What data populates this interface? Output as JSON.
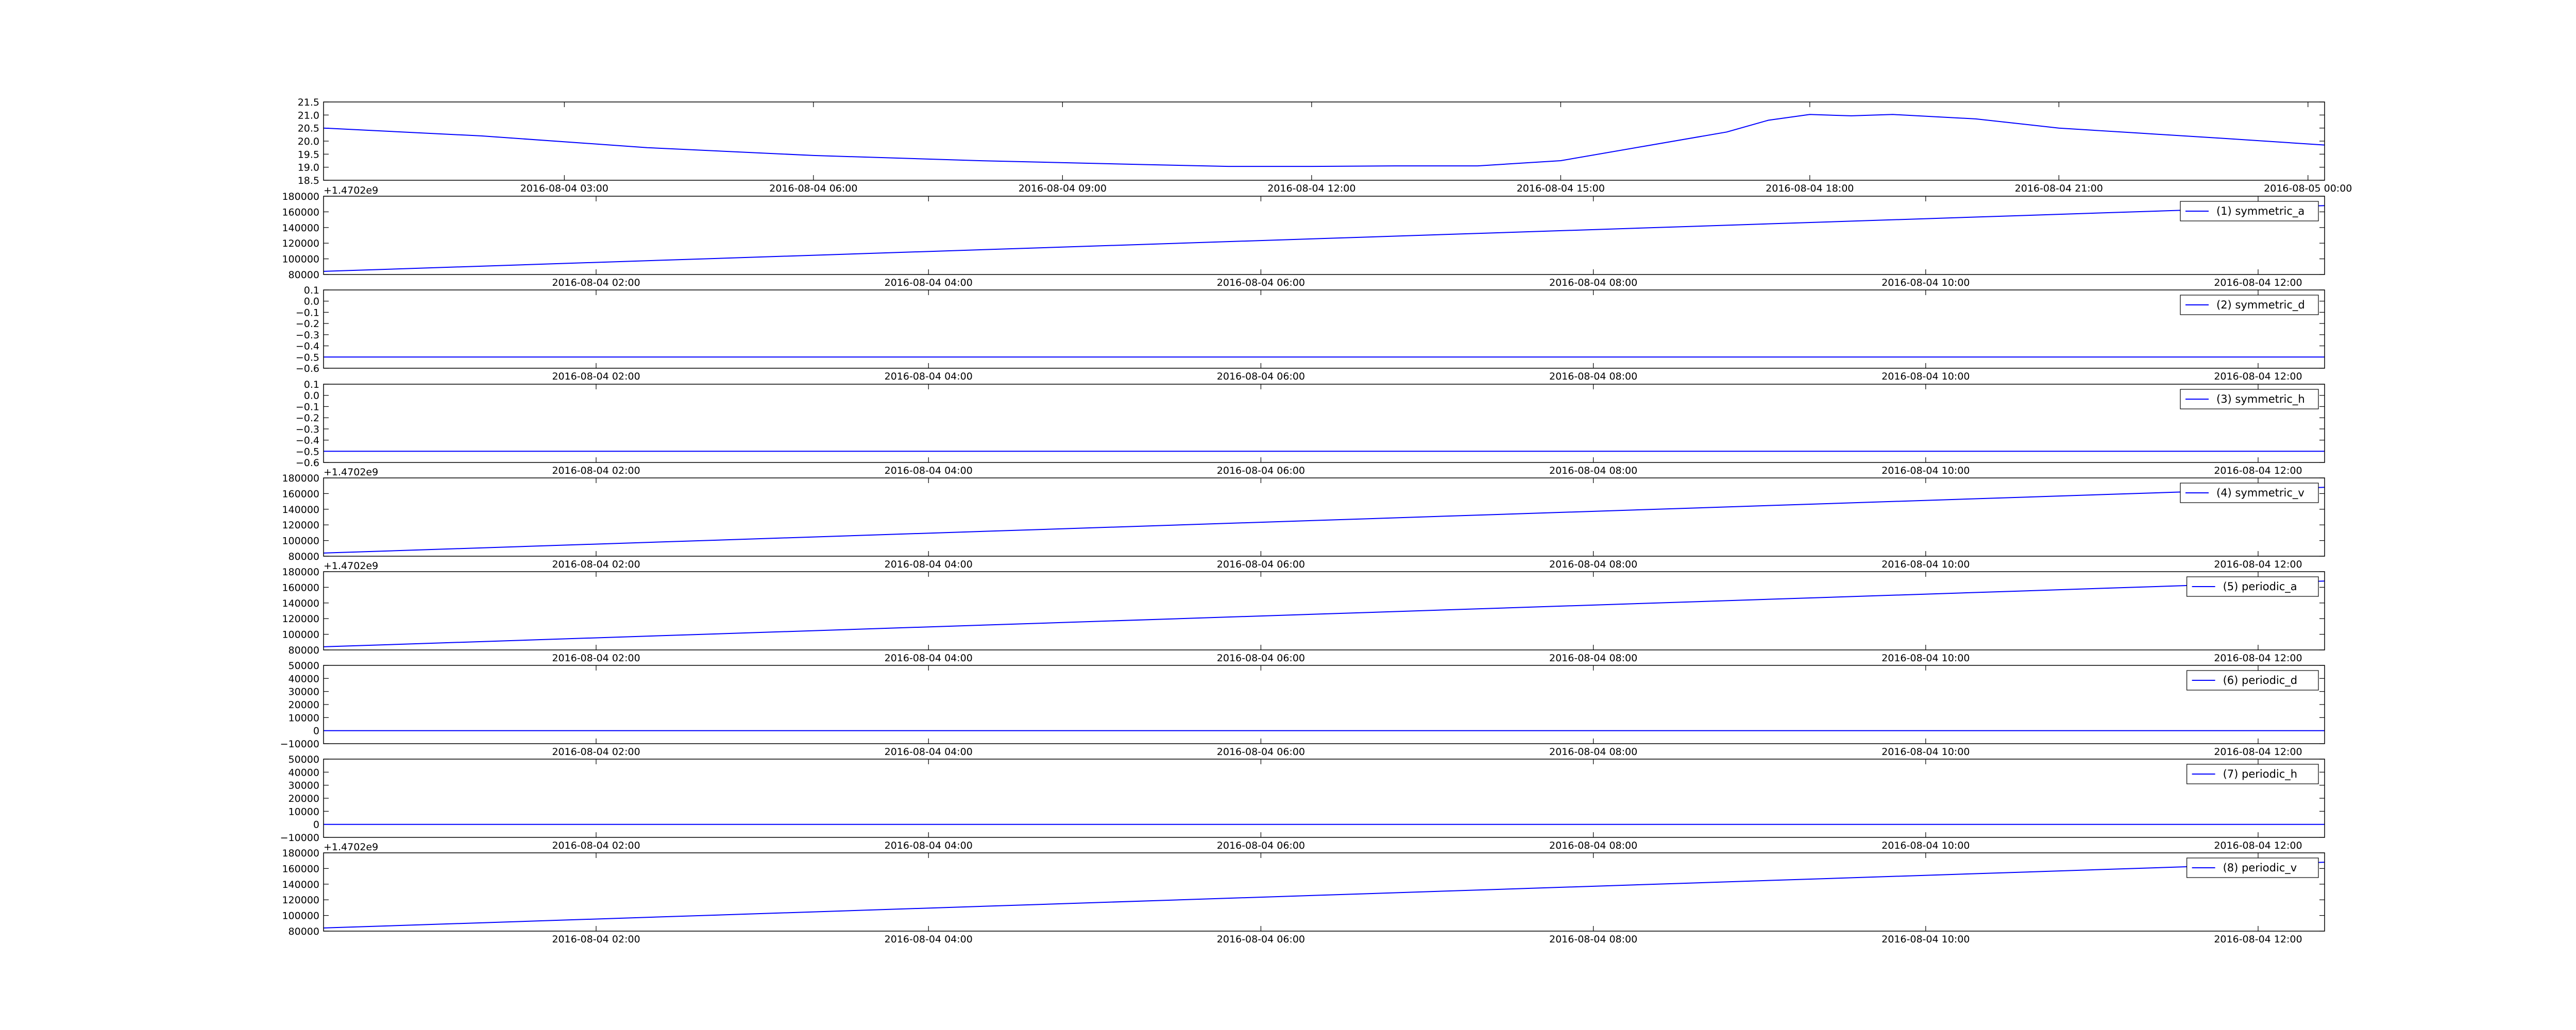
{
  "chart_data": [
    {
      "type": "line",
      "offset_label": "",
      "x_ticks": [
        "2016-08-04 03:00",
        "2016-08-04 06:00",
        "2016-08-04 09:00",
        "2016-08-04 12:00",
        "2016-08-04 15:00",
        "2016-08-04 18:00",
        "2016-08-04 21:00",
        "2016-08-05 00:00"
      ],
      "x_tick_hours": [
        3,
        6,
        9,
        12,
        15,
        18,
        21,
        24
      ],
      "xlim_hours": [
        0.1,
        24.2
      ],
      "ylim": [
        18.5,
        21.5
      ],
      "y_ticks": [
        18.5,
        19.0,
        19.5,
        20.0,
        20.5,
        21.0,
        21.5
      ],
      "y_tick_labels": [
        "18.5",
        "19.0",
        "19.5",
        "20.0",
        "20.5",
        "21.0",
        "21.5"
      ],
      "series": [
        {
          "name": "",
          "color": "#0000ff",
          "x_hours": [
            0.1,
            2,
            4,
            6,
            8,
            10,
            11,
            12,
            13,
            14,
            15,
            16,
            17,
            17.5,
            18,
            18.5,
            19,
            20,
            21,
            22,
            23,
            24.2
          ],
          "values": [
            20.5,
            20.2,
            19.75,
            19.45,
            19.25,
            19.1,
            19.03,
            19.03,
            19.05,
            19.05,
            19.25,
            19.8,
            20.35,
            20.8,
            21.02,
            20.97,
            21.02,
            20.85,
            20.5,
            20.3,
            20.1,
            19.85
          ]
        }
      ],
      "legend": null
    },
    {
      "type": "line",
      "offset_label": "+1.4702e9",
      "x_ticks": [
        "2016-08-04 02:00",
        "2016-08-04 04:00",
        "2016-08-04 06:00",
        "2016-08-04 08:00",
        "2016-08-04 10:00",
        "2016-08-04 12:00"
      ],
      "x_tick_hours": [
        2,
        4,
        6,
        8,
        10,
        12
      ],
      "xlim_hours": [
        0.36,
        12.4
      ],
      "ylim": [
        80000,
        180000
      ],
      "y_ticks": [
        80000,
        100000,
        120000,
        140000,
        160000,
        180000
      ],
      "y_tick_labels": [
        "80000",
        "100000",
        "120000",
        "140000",
        "160000",
        "180000"
      ],
      "series": [
        {
          "name": "(1) symmetric_a",
          "color": "#0000ff",
          "x_hours": [
            0.36,
            12.4
          ],
          "values": [
            84000,
            168000
          ]
        }
      ],
      "legend": "top-right"
    },
    {
      "type": "line",
      "offset_label": "",
      "x_ticks": [
        "2016-08-04 02:00",
        "2016-08-04 04:00",
        "2016-08-04 06:00",
        "2016-08-04 08:00",
        "2016-08-04 10:00",
        "2016-08-04 12:00"
      ],
      "x_tick_hours": [
        2,
        4,
        6,
        8,
        10,
        12
      ],
      "xlim_hours": [
        0.36,
        12.4
      ],
      "ylim": [
        -0.6,
        0.1
      ],
      "y_ticks": [
        -0.6,
        -0.5,
        -0.4,
        -0.3,
        -0.2,
        -0.1,
        0.0,
        0.1
      ],
      "y_tick_labels": [
        "−0.6",
        "−0.5",
        "−0.4",
        "−0.3",
        "−0.2",
        "−0.1",
        "0.0",
        "0.1"
      ],
      "series": [
        {
          "name": "(2) symmetric_d",
          "color": "#0000ff",
          "x_hours": [
            0.36,
            12.4
          ],
          "values": [
            -0.5,
            -0.5
          ]
        }
      ],
      "legend": "top-right"
    },
    {
      "type": "line",
      "offset_label": "",
      "x_ticks": [
        "2016-08-04 02:00",
        "2016-08-04 04:00",
        "2016-08-04 06:00",
        "2016-08-04 08:00",
        "2016-08-04 10:00",
        "2016-08-04 12:00"
      ],
      "x_tick_hours": [
        2,
        4,
        6,
        8,
        10,
        12
      ],
      "xlim_hours": [
        0.36,
        12.4
      ],
      "ylim": [
        -0.6,
        0.1
      ],
      "y_ticks": [
        -0.6,
        -0.5,
        -0.4,
        -0.3,
        -0.2,
        -0.1,
        0.0,
        0.1
      ],
      "y_tick_labels": [
        "−0.6",
        "−0.5",
        "−0.4",
        "−0.3",
        "−0.2",
        "−0.1",
        "0.0",
        "0.1"
      ],
      "series": [
        {
          "name": "(3) symmetric_h",
          "color": "#0000ff",
          "x_hours": [
            0.36,
            12.4
          ],
          "values": [
            -0.5,
            -0.5
          ]
        }
      ],
      "legend": "top-right"
    },
    {
      "type": "line",
      "offset_label": "+1.4702e9",
      "x_ticks": [
        "2016-08-04 02:00",
        "2016-08-04 04:00",
        "2016-08-04 06:00",
        "2016-08-04 08:00",
        "2016-08-04 10:00",
        "2016-08-04 12:00"
      ],
      "x_tick_hours": [
        2,
        4,
        6,
        8,
        10,
        12
      ],
      "xlim_hours": [
        0.36,
        12.4
      ],
      "ylim": [
        80000,
        180000
      ],
      "y_ticks": [
        80000,
        100000,
        120000,
        140000,
        160000,
        180000
      ],
      "y_tick_labels": [
        "80000",
        "100000",
        "120000",
        "140000",
        "160000",
        "180000"
      ],
      "series": [
        {
          "name": "(4) symmetric_v",
          "color": "#0000ff",
          "x_hours": [
            0.36,
            12.4
          ],
          "values": [
            84000,
            168000
          ]
        }
      ],
      "legend": "top-right"
    },
    {
      "type": "line",
      "offset_label": "+1.4702e9",
      "x_ticks": [
        "2016-08-04 02:00",
        "2016-08-04 04:00",
        "2016-08-04 06:00",
        "2016-08-04 08:00",
        "2016-08-04 10:00",
        "2016-08-04 12:00"
      ],
      "x_tick_hours": [
        2,
        4,
        6,
        8,
        10,
        12
      ],
      "xlim_hours": [
        0.36,
        12.4
      ],
      "ylim": [
        80000,
        180000
      ],
      "y_ticks": [
        80000,
        100000,
        120000,
        140000,
        160000,
        180000
      ],
      "y_tick_labels": [
        "80000",
        "100000",
        "120000",
        "140000",
        "160000",
        "180000"
      ],
      "series": [
        {
          "name": "(5) periodic_a",
          "color": "#0000ff",
          "x_hours": [
            0.36,
            12.4
          ],
          "values": [
            84000,
            168000
          ]
        }
      ],
      "legend": "top-right"
    },
    {
      "type": "line",
      "offset_label": "",
      "x_ticks": [
        "2016-08-04 02:00",
        "2016-08-04 04:00",
        "2016-08-04 06:00",
        "2016-08-04 08:00",
        "2016-08-04 10:00",
        "2016-08-04 12:00"
      ],
      "x_tick_hours": [
        2,
        4,
        6,
        8,
        10,
        12
      ],
      "xlim_hours": [
        0.36,
        12.4
      ],
      "ylim": [
        -10000,
        50000
      ],
      "y_ticks": [
        -10000,
        0,
        10000,
        20000,
        30000,
        40000,
        50000
      ],
      "y_tick_labels": [
        "−10000",
        "0",
        "10000",
        "20000",
        "30000",
        "40000",
        "50000"
      ],
      "series": [
        {
          "name": "(6) periodic_d",
          "color": "#0000ff",
          "x_hours": [
            0.36,
            12.4
          ],
          "values": [
            0,
            0
          ]
        }
      ],
      "legend": "top-right"
    },
    {
      "type": "line",
      "offset_label": "",
      "x_ticks": [
        "2016-08-04 02:00",
        "2016-08-04 04:00",
        "2016-08-04 06:00",
        "2016-08-04 08:00",
        "2016-08-04 10:00",
        "2016-08-04 12:00"
      ],
      "x_tick_hours": [
        2,
        4,
        6,
        8,
        10,
        12
      ],
      "xlim_hours": [
        0.36,
        12.4
      ],
      "ylim": [
        -10000,
        50000
      ],
      "y_ticks": [
        -10000,
        0,
        10000,
        20000,
        30000,
        40000,
        50000
      ],
      "y_tick_labels": [
        "−10000",
        "0",
        "10000",
        "20000",
        "30000",
        "40000",
        "50000"
      ],
      "series": [
        {
          "name": "(7) periodic_h",
          "color": "#0000ff",
          "x_hours": [
            0.36,
            12.4
          ],
          "values": [
            0,
            0
          ]
        }
      ],
      "legend": "top-right"
    },
    {
      "type": "line",
      "offset_label": "+1.4702e9",
      "x_ticks": [
        "2016-08-04 02:00",
        "2016-08-04 04:00",
        "2016-08-04 06:00",
        "2016-08-04 08:00",
        "2016-08-04 10:00",
        "2016-08-04 12:00"
      ],
      "x_tick_hours": [
        2,
        4,
        6,
        8,
        10,
        12
      ],
      "xlim_hours": [
        0.36,
        12.4
      ],
      "ylim": [
        80000,
        180000
      ],
      "y_ticks": [
        80000,
        100000,
        120000,
        140000,
        160000,
        180000
      ],
      "y_tick_labels": [
        "80000",
        "100000",
        "120000",
        "140000",
        "160000",
        "180000"
      ],
      "series": [
        {
          "name": "(8) periodic_v",
          "color": "#0000ff",
          "x_hours": [
            0.36,
            12.4
          ],
          "values": [
            84000,
            168000
          ]
        }
      ],
      "legend": "top-right"
    }
  ]
}
